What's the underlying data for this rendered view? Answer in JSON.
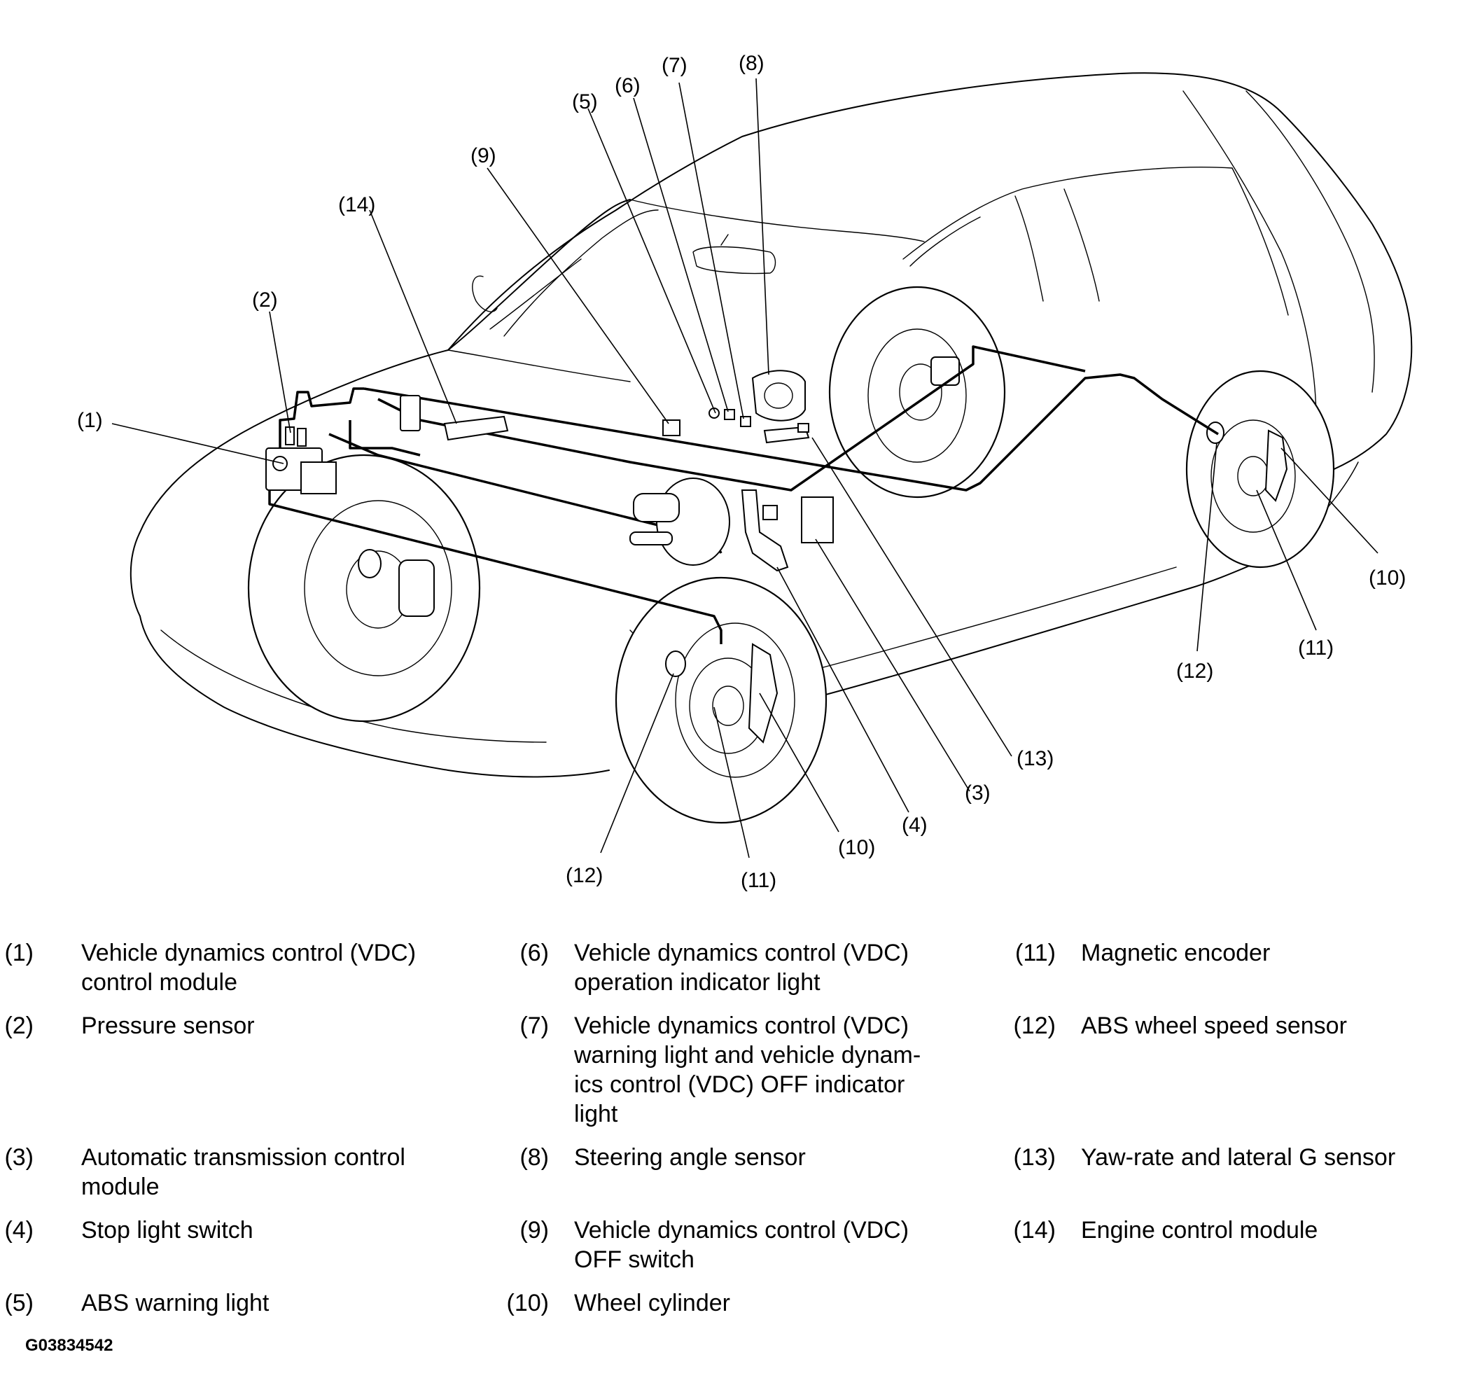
{
  "callouts": [
    {
      "id": "1",
      "label": "(1)"
    },
    {
      "id": "2",
      "label": "(2)"
    },
    {
      "id": "3",
      "label": "(3)"
    },
    {
      "id": "4",
      "label": "(4)"
    },
    {
      "id": "5",
      "label": "(5)"
    },
    {
      "id": "6",
      "label": "(6)"
    },
    {
      "id": "7",
      "label": "(7)"
    },
    {
      "id": "8",
      "label": "(8)"
    },
    {
      "id": "9",
      "label": "(9)"
    },
    {
      "id": "10a",
      "label": "(10)"
    },
    {
      "id": "10b",
      "label": "(10)"
    },
    {
      "id": "11a",
      "label": "(11)"
    },
    {
      "id": "11b",
      "label": "(11)"
    },
    {
      "id": "12a",
      "label": "(12)"
    },
    {
      "id": "12b",
      "label": "(12)"
    },
    {
      "id": "13",
      "label": "(13)"
    },
    {
      "id": "14",
      "label": "(14)"
    }
  ],
  "legend": [
    {
      "num": "(1)",
      "text": "Vehicle dynamics control (VDC)\ncontrol module"
    },
    {
      "num": "(2)",
      "text": "Pressure sensor"
    },
    {
      "num": "(3)",
      "text": "Automatic transmission control\nmodule"
    },
    {
      "num": "(4)",
      "text": "Stop light switch"
    },
    {
      "num": "(5)",
      "text": "ABS warning light"
    },
    {
      "num": "(6)",
      "text": "Vehicle dynamics control (VDC)\noperation indicator light"
    },
    {
      "num": "(7)",
      "text": "Vehicle dynamics control (VDC)\nwarning light and vehicle dynam-\nics control (VDC) OFF indicator\nlight"
    },
    {
      "num": "(8)",
      "text": "Steering angle sensor"
    },
    {
      "num": "(9)",
      "text": "Vehicle dynamics control (VDC)\nOFF switch"
    },
    {
      "num": "(10)",
      "text": "Wheel cylinder"
    },
    {
      "num": "(11)",
      "text": "Magnetic encoder"
    },
    {
      "num": "(12)",
      "text": "ABS wheel speed sensor"
    },
    {
      "num": "(13)",
      "text": "Yaw-rate and lateral G sensor"
    },
    {
      "num": "(14)",
      "text": "Engine control module"
    }
  ],
  "figure_id": "G03834542"
}
